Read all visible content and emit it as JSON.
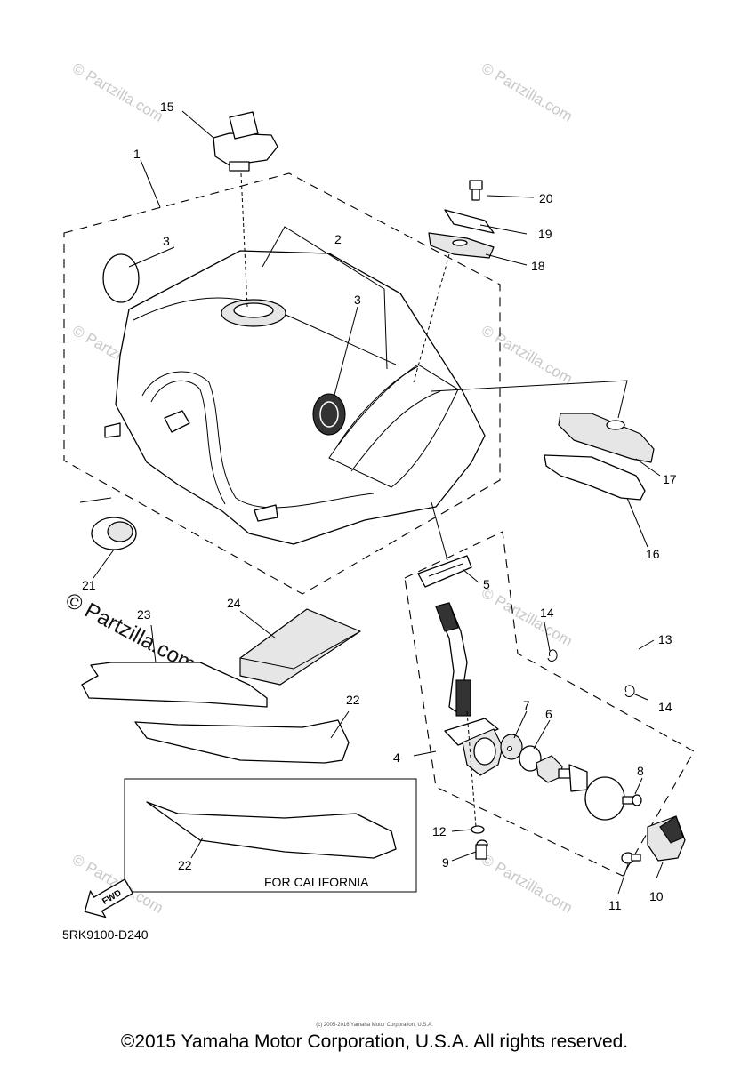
{
  "diagram": {
    "code": "5RK9100-D240",
    "california_label": "FOR CALIFORNIA",
    "fwd_label": "FWD",
    "watermark": "© Partzilla.com",
    "parts": [
      {
        "id": "p1",
        "num": "1"
      },
      {
        "id": "p2",
        "num": "2"
      },
      {
        "id": "p3a",
        "num": "3"
      },
      {
        "id": "p3b",
        "num": "3"
      },
      {
        "id": "p4",
        "num": "4"
      },
      {
        "id": "p5",
        "num": "5"
      },
      {
        "id": "p6",
        "num": "6"
      },
      {
        "id": "p7",
        "num": "7"
      },
      {
        "id": "p8",
        "num": "8"
      },
      {
        "id": "p9",
        "num": "9"
      },
      {
        "id": "p10",
        "num": "10"
      },
      {
        "id": "p11",
        "num": "11"
      },
      {
        "id": "p12",
        "num": "12"
      },
      {
        "id": "p13",
        "num": "13"
      },
      {
        "id": "p14a",
        "num": "14"
      },
      {
        "id": "p14b",
        "num": "14"
      },
      {
        "id": "p15",
        "num": "15"
      },
      {
        "id": "p16",
        "num": "16"
      },
      {
        "id": "p17",
        "num": "17"
      },
      {
        "id": "p18",
        "num": "18"
      },
      {
        "id": "p19",
        "num": "19"
      },
      {
        "id": "p20",
        "num": "20"
      },
      {
        "id": "p21",
        "num": "21"
      },
      {
        "id": "p22a",
        "num": "22"
      },
      {
        "id": "p22b",
        "num": "22"
      },
      {
        "id": "p23",
        "num": "23"
      },
      {
        "id": "p24",
        "num": "24"
      }
    ]
  },
  "footer": {
    "copyright": "©2015 Yamaha Motor Corporation, U.S.A. All rights reserved.",
    "small_credit": "(c) 2005-2016 Yamaha Motor Corporation, U.S.A."
  }
}
